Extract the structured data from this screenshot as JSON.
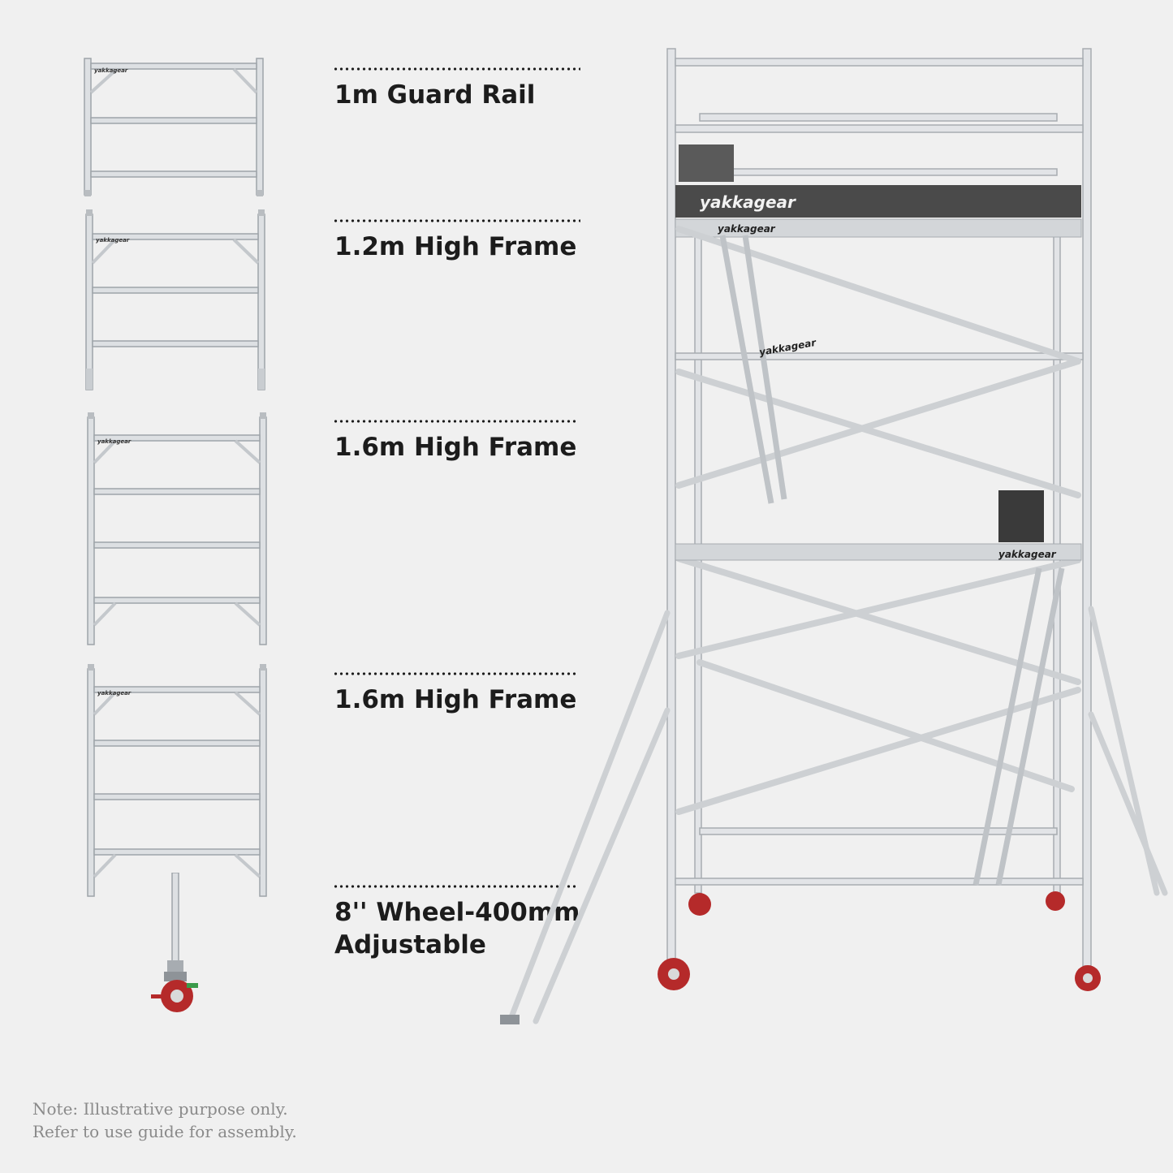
{
  "brand": "yakkagear",
  "colors": {
    "background": "#f0f0f0",
    "label_text": "#1c1c1c",
    "note_text": "#8a8a8a",
    "aluminium": "#d9dcdf",
    "aluminium_edge": "#9ea4a9",
    "deck": "#4a4a4a",
    "wheel_red": "#b52a2a"
  },
  "components": [
    {
      "label": "1m Guard Rail"
    },
    {
      "label": "1.2m High Frame"
    },
    {
      "label": "1.6m High Frame"
    },
    {
      "label": "1.6m High Frame"
    },
    {
      "label": "8'' Wheel-400mm",
      "label_line2": "Adjustable"
    }
  ],
  "note": {
    "line1": "Note: Illustrative purpose only.",
    "line2": "Refer to use guide for assembly."
  }
}
